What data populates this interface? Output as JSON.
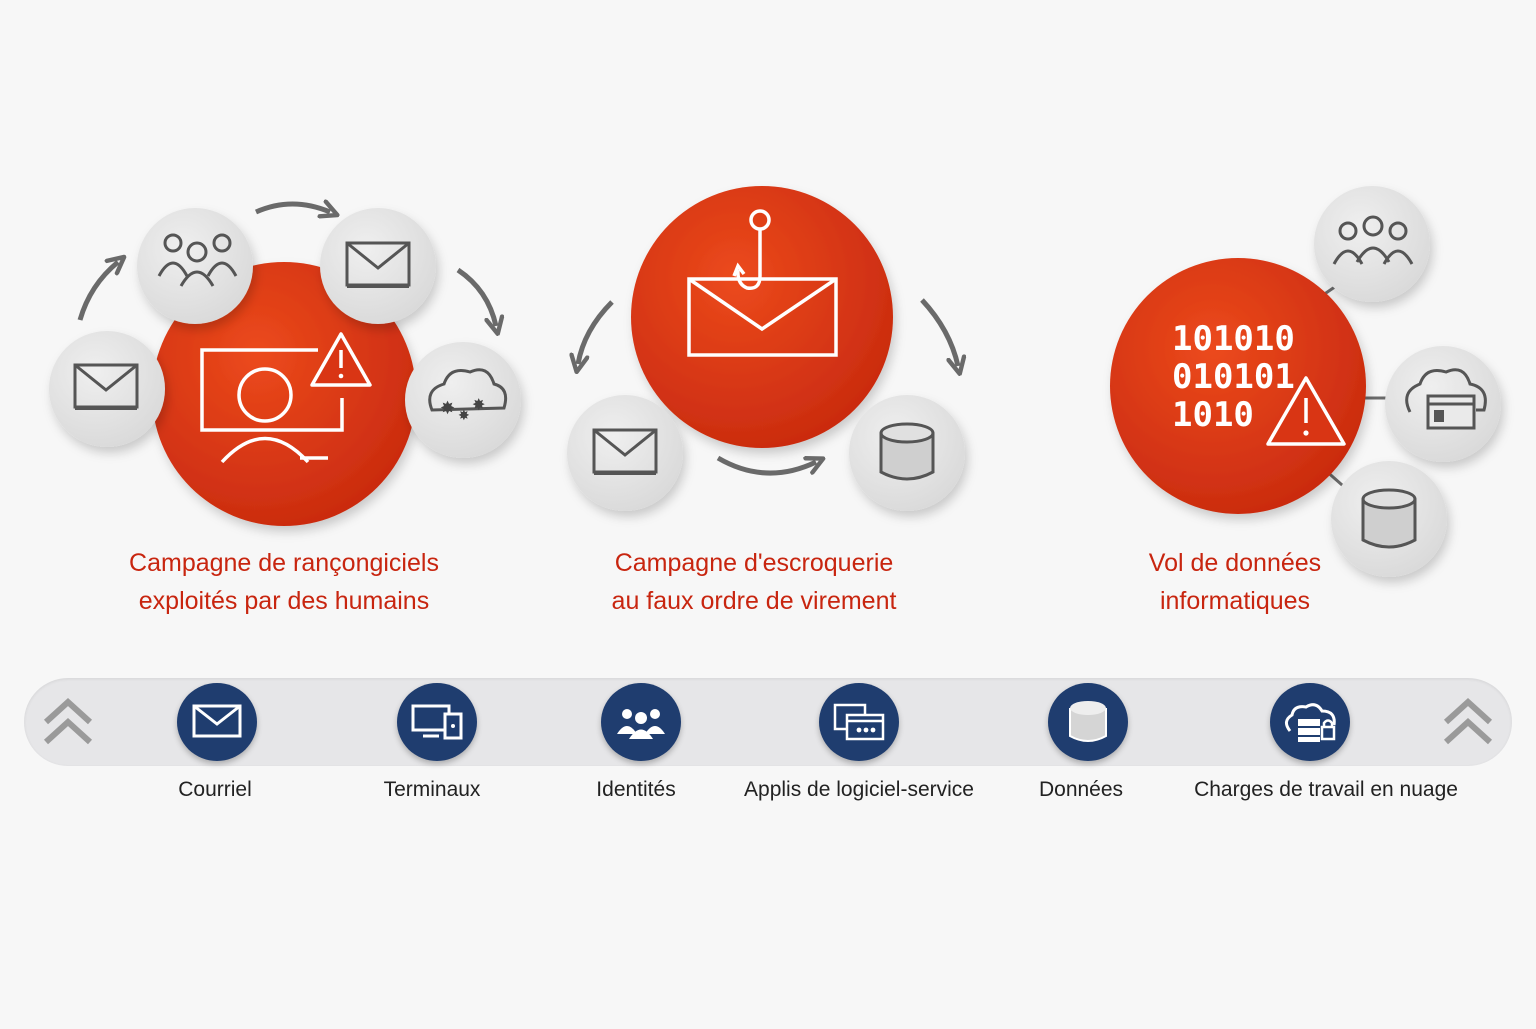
{
  "scenarios": [
    {
      "id": "ransomware",
      "title_line1": "Campagne de rançongiciels",
      "title_line2": "exploités par des humains"
    },
    {
      "id": "bec",
      "title_line1": "Campagne d'escroquerie",
      "title_line2": "au faux ordre de virement"
    },
    {
      "id": "exfiltration",
      "title_line1": "Vol de données",
      "title_line2": "informatiques"
    }
  ],
  "binary": {
    "line1": "101010",
    "line2": "010101",
    "line3": "1010"
  },
  "layers": [
    {
      "label": "Courriel",
      "icon": "envelope-icon"
    },
    {
      "label": "Terminaux",
      "icon": "devices-icon"
    },
    {
      "label": "Identités",
      "icon": "people-icon"
    },
    {
      "label": "Applis de logiciel-service",
      "icon": "app-window-icon"
    },
    {
      "label": "Données",
      "icon": "database-icon"
    },
    {
      "label": "Charges de travail en nuage",
      "icon": "cloud-server-icon"
    }
  ],
  "colors": {
    "accent_red": "#d93514",
    "title_red": "#c8250f",
    "navy": "#1f3d6f",
    "gray_node": "#e4e4e4",
    "icon_gray": "#555555"
  }
}
